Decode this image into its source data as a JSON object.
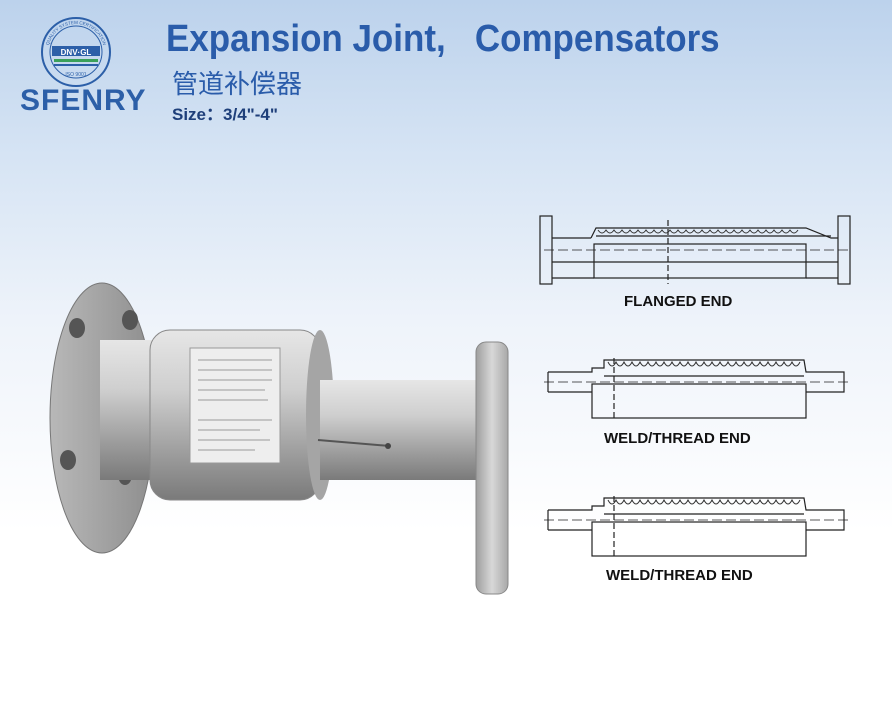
{
  "logo": {
    "ring_text": "QUALITY SYSTEM CERTIFICATION",
    "cert_body": "DNV·GL",
    "standard": "ISO 9001",
    "brand": "SFENRY",
    "colors": {
      "ring": "#2c5fa8",
      "brand": "#2c5fa8"
    }
  },
  "header": {
    "title": "Expansion Joint,   Compensators",
    "subtitle_cn": "管道补偿器",
    "size": "Size：3/4\"-4\""
  },
  "product_photo": {
    "label_icon": "expansion-joint-photo"
  },
  "drawings": [
    {
      "caption": "FLANGED END"
    },
    {
      "caption": "WELD/THREAD END"
    },
    {
      "caption": "WELD/THREAD END"
    }
  ],
  "colors": {
    "title": "#2a5caa",
    "background_top": "#bcd2ec",
    "background_bottom": "#ffffff"
  }
}
